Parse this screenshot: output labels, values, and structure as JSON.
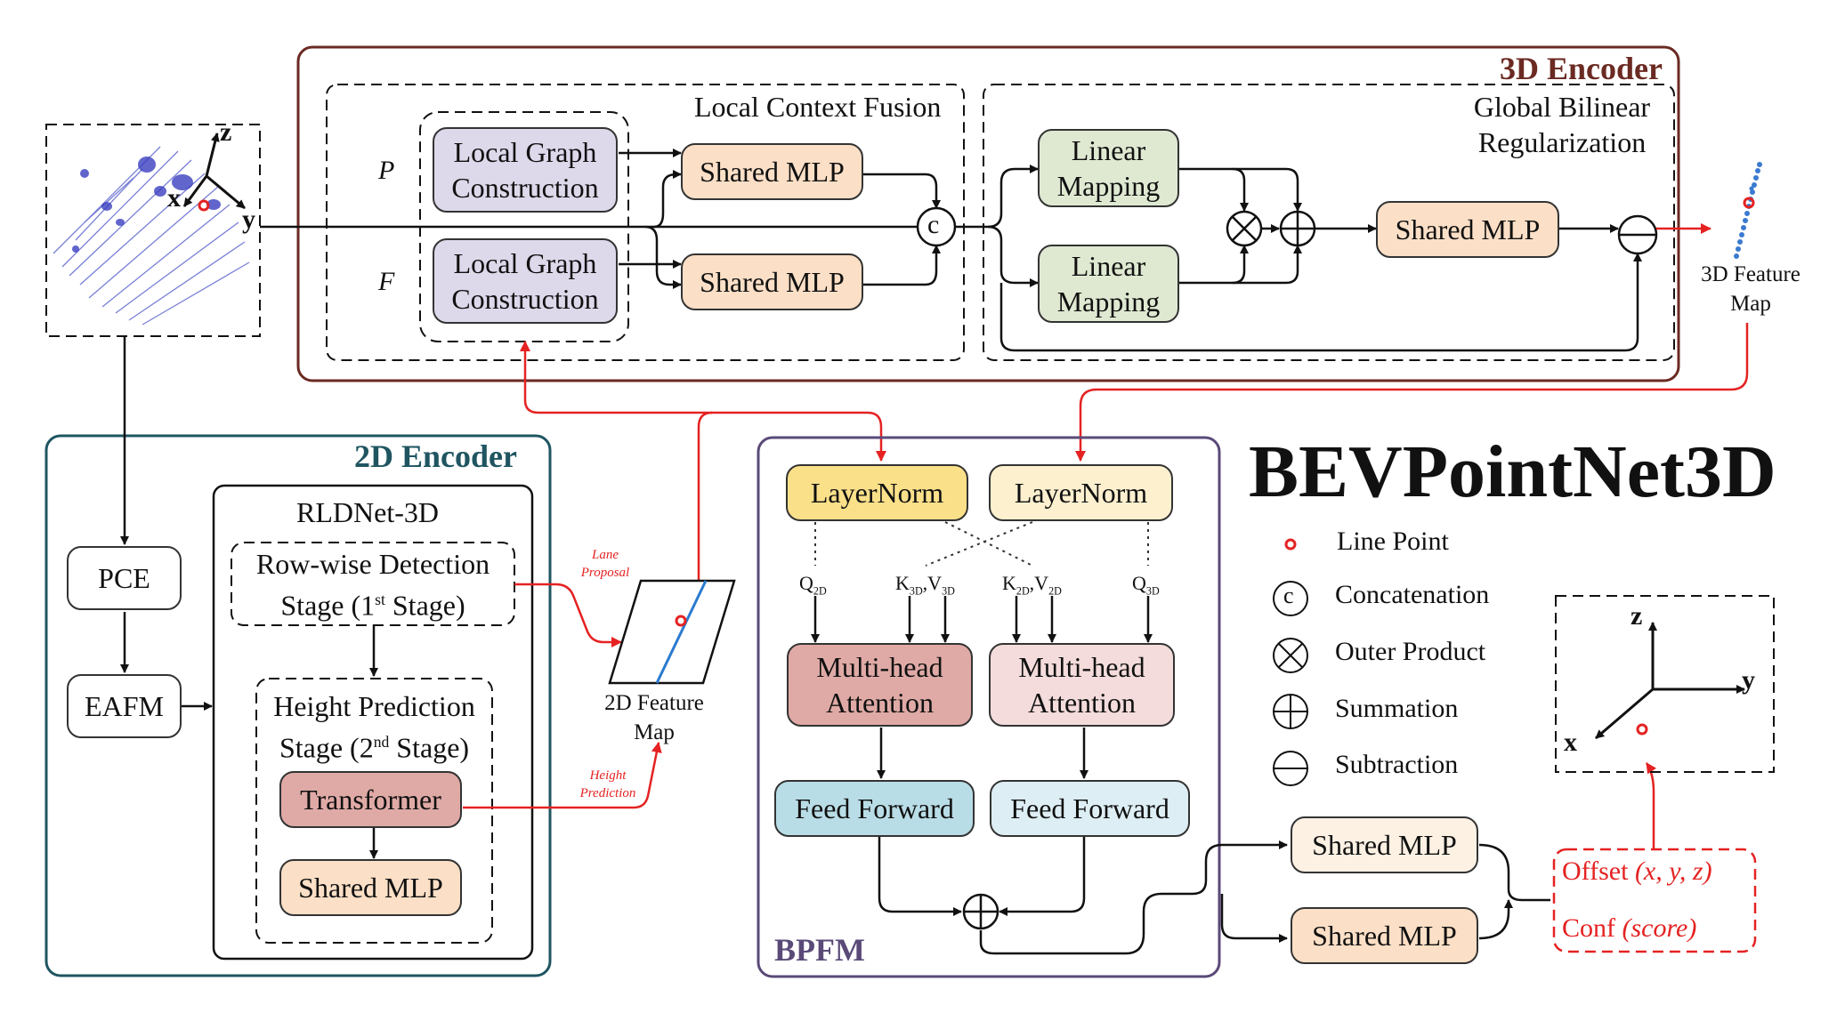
{
  "title": "BEVPointNet3D",
  "encoder3d": {
    "title": "3D Encoder",
    "local_context_fusion": "Local Context Fusion",
    "global_bilinear": "Global Bilinear Regularization",
    "label_p": "P",
    "label_f": "F",
    "local_graph_1": "Local Graph Construction",
    "local_graph_2": "Local Graph Construction",
    "shared_mlp_1": "Shared MLP",
    "shared_mlp_2": "Shared MLP",
    "concat_symbol": "c",
    "linear_mapping_1": "Linear Mapping",
    "linear_mapping_2": "Linear Mapping",
    "shared_mlp_3": "Shared MLP",
    "feature_map_3d": "3D Feature Map"
  },
  "encoder2d": {
    "title": "2D Encoder",
    "pce": "PCE",
    "eafm": "EAFM",
    "rldnet": "RLDNet-3D",
    "row_wise_line1": "Row-wise Detection",
    "row_wise_line2": "Stage (1",
    "row_wise_sup": "st",
    "row_wise_end": " Stage)",
    "height_line1": "Height Prediction",
    "height_line2": "Stage (2",
    "height_sup": "nd",
    "height_end": " Stage)",
    "transformer": "Transformer",
    "shared_mlp": "Shared MLP",
    "lane_proposal": "Lane Proposal",
    "height_prediction": "Height Prediction",
    "feature_map_2d": "2D Feature Map"
  },
  "bpfm": {
    "title": "BPFM",
    "layernorm_1": "LayerNorm",
    "layernorm_2": "LayerNorm",
    "q2d": "Q",
    "q2d_sub": "2D",
    "kv3d_k": "K",
    "kv3d_k_sub": "3D",
    "kv3d_v": ",V",
    "kv3d_v_sub": "3D",
    "kv2d_k": "K",
    "kv2d_k_sub": "2D",
    "kv2d_v": ",V",
    "kv2d_v_sub": "2D",
    "q3d": "Q",
    "q3d_sub": "3D",
    "mha_1": "Multi-head Attention",
    "mha_2": "Multi-head Attention",
    "ff_1": "Feed Forward",
    "ff_2": "Feed Forward"
  },
  "head": {
    "shared_mlp_1": "Shared MLP",
    "shared_mlp_2": "Shared MLP",
    "offset": "Offset",
    "offset_vars": "(x, y, z)",
    "conf": "Conf",
    "conf_vars": "(score)"
  },
  "legend": {
    "line_point": "Line Point",
    "concatenation": "Concatenation",
    "concat_symbol": "c",
    "outer_product": "Outer Product",
    "summation": "Summation",
    "subtraction": "Subtraction"
  },
  "axes": {
    "x": "x",
    "y": "y",
    "z": "z"
  },
  "colors": {
    "encoder3d_border": "#6b2a22",
    "encoder3d_title": "#6b2a22",
    "encoder2d_border": "#1f5561",
    "encoder2d_title": "#1f5561",
    "bpfm_border": "#5a4a78",
    "bpfm_title": "#5a4a78",
    "red_flow": "#e52222",
    "graph_fill": "#ddd8ea",
    "mlp_fill": "#fbdfc6",
    "linear_fill": "#dfe9d2",
    "layernorm1_fill": "#fbe08a",
    "layernorm2_fill": "#fdf0cf",
    "mha1_fill": "#dfaaa6",
    "mha2_fill": "#f3dcdb",
    "ff1_fill": "#b9dde6",
    "ff2_fill": "#ddeef4",
    "transformer_fill": "#dfaaa6"
  }
}
